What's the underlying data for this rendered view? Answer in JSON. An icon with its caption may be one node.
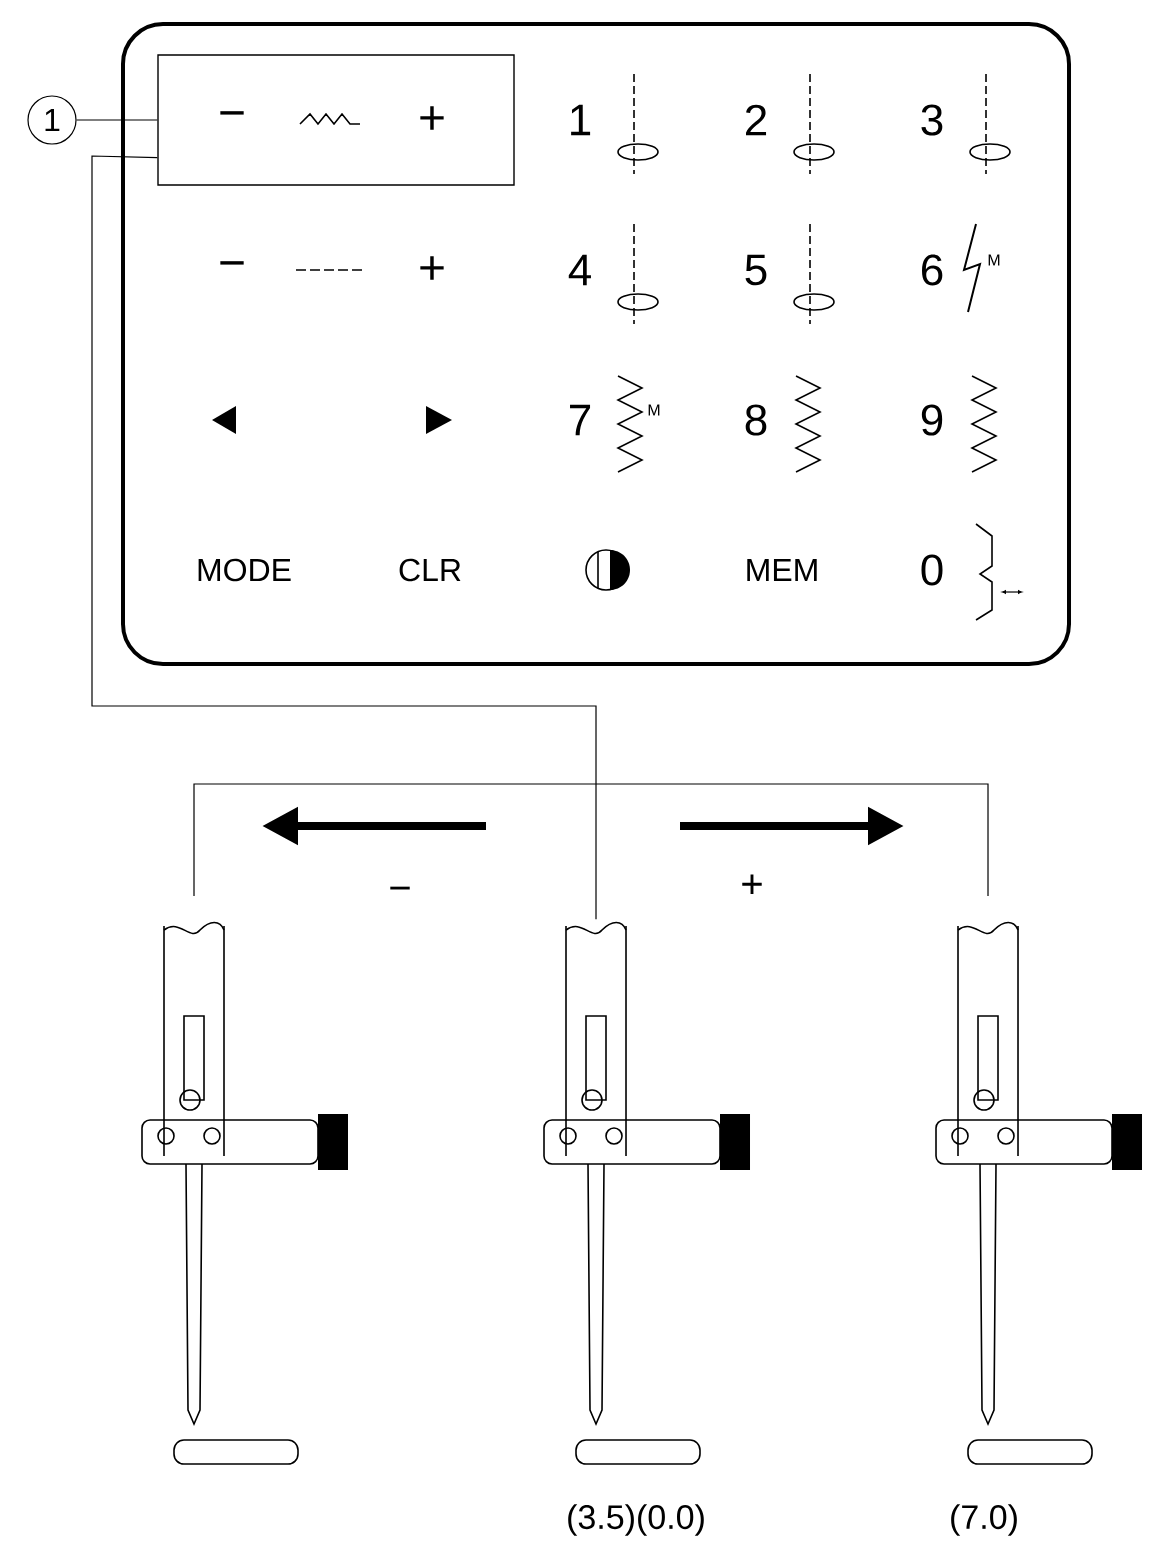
{
  "diagram": {
    "nodes": [
      {
        "text": [],
        "shape": "box"
      },
      {
        "text": [
          "−",
          "+"
        ],
        "in": 0
      },
      {
        "text": [
          "1"
        ]
      },
      {
        "text": [],
        "shape": "picture"
      },
      {
        "text": [],
        "shape": "picture",
        "beside": [
          "(3.5)(0.0)"
        ]
      },
      {
        "text": [],
        "shape": "picture",
        "beside": [
          "(7.0)"
        ]
      }
    ],
    "edges": [
      {
        "from": 2,
        "to": 1,
        "arrow": "none"
      },
      {
        "from": 1,
        "to": 4,
        "arrow": "none"
      }
    ],
    "labels": [
      "1",
      "2",
      "3",
      "−",
      "+",
      "4",
      "5",
      "6",
      "M",
      "7",
      "M",
      "8",
      "9",
      "MODE",
      "CLR",
      "MEM",
      "0",
      "−",
      "+"
    ]
  }
}
